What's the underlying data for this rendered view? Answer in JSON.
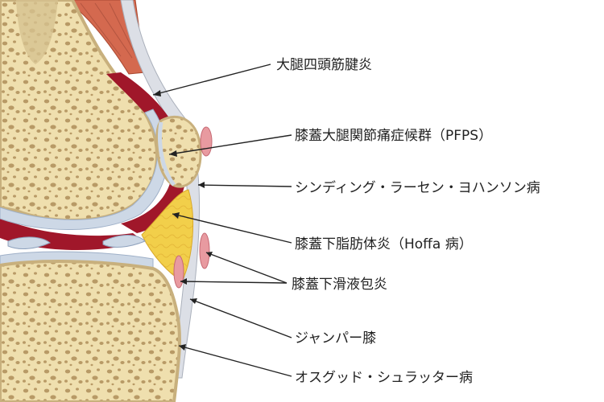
{
  "colors": {
    "bone": "#efdfae",
    "bone_pore": "#b89a66",
    "cortex_edge": "#c8b07d",
    "cartilage": "#cdd8e6",
    "synovium_red": "#a0172a",
    "muscle": "#d4694f",
    "tendon": "#dcdfe6",
    "fat_pad": "#f2cf4a",
    "bursa": "#e89aa0",
    "leader": "#222222",
    "text": "#222222"
  },
  "labels": [
    {
      "id": "quadriceps-tendinitis",
      "text": "大腿四頭筋腱炎"
    },
    {
      "id": "pfps",
      "text": "膝蓋大腿関節痛症候群（PFPS）"
    },
    {
      "id": "sinding-larsen-johansson",
      "text": "シンディング・ラーセン・ヨハンソン病"
    },
    {
      "id": "hoffa",
      "text": "膝蓋下脂肪体炎（Hoffa 病）"
    },
    {
      "id": "infrapatellar-bursitis",
      "text": "膝蓋下滑液包炎"
    },
    {
      "id": "jumpers-knee",
      "text": "ジャンパー膝"
    },
    {
      "id": "osgood-schlatter",
      "text": "オスグッド・シュラッター病"
    }
  ]
}
